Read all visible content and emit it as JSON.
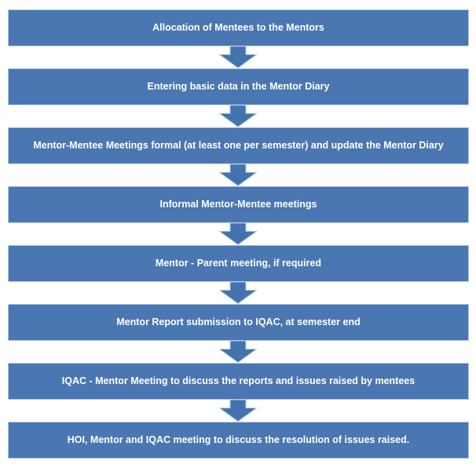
{
  "flowchart": {
    "type": "vertical-process-flow",
    "connector": "down-block-arrow",
    "steps": [
      {
        "label": "Allocation of Mentees to the Mentors"
      },
      {
        "label": "Entering basic data in the Mentor Diary"
      },
      {
        "label": "Mentor-Mentee Meetings formal (at least one per semester) and update the Mentor Diary"
      },
      {
        "label": "Informal Mentor-Mentee meetings"
      },
      {
        "label": "Mentor - Parent meeting, if required"
      },
      {
        "label": "Mentor Report submission to IQAC, at semester end"
      },
      {
        "label": "IQAC - Mentor Meeting to discuss the reports and issues raised by mentees"
      },
      {
        "label": "HOI, Mentor and IQAC meeting to discuss the resolution of issues raised."
      }
    ]
  },
  "colors": {
    "box_fill": "#4A77B1",
    "box_border": "#AFC8E7",
    "arrow_fill": "#4472AC",
    "arrow_border": "#AFC8E7",
    "text": "#FFFFFF",
    "background": "#FFFFFF"
  }
}
